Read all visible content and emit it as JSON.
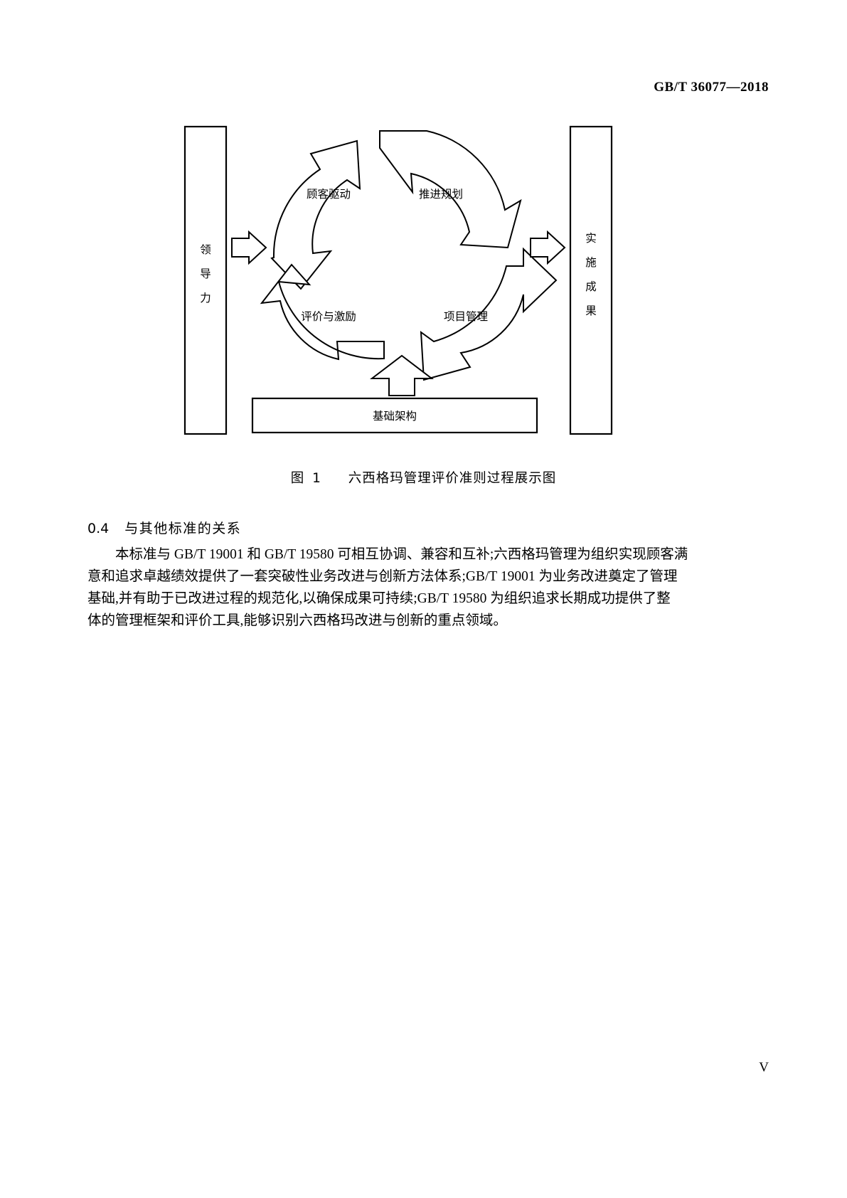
{
  "header": {
    "standard_number": "GB/T 36077—2018"
  },
  "figure": {
    "left_bar_label": "领导力",
    "right_bar_label": "实施成果",
    "foundation_label": "基础架构",
    "cycle_labels": [
      "顾客驱动",
      "推进规划",
      "项目管理",
      "评价与激励"
    ],
    "caption_number": "图 1",
    "caption_title": "六西格玛管理评价准则过程展示图"
  },
  "section": {
    "number": "0.4",
    "title": "与其他标准的关系"
  },
  "paragraph": {
    "line1": "本标准与 GB/T 19001 和 GB/T 19580 可相互协调、兼容和互补;六西格玛管理为组织实现顾客满",
    "line2": "意和追求卓越绩效提供了一套突破性业务改进与创新方法体系;GB/T 19001 为业务改进奠定了管理",
    "line3": "基础,并有助于已改进过程的规范化,以确保成果可持续;GB/T 19580 为组织追求长期成功提供了整",
    "line4": "体的管理框架和评价工具,能够识别六西格玛改进与创新的重点领域。"
  },
  "folio": {
    "page_number": "V"
  }
}
